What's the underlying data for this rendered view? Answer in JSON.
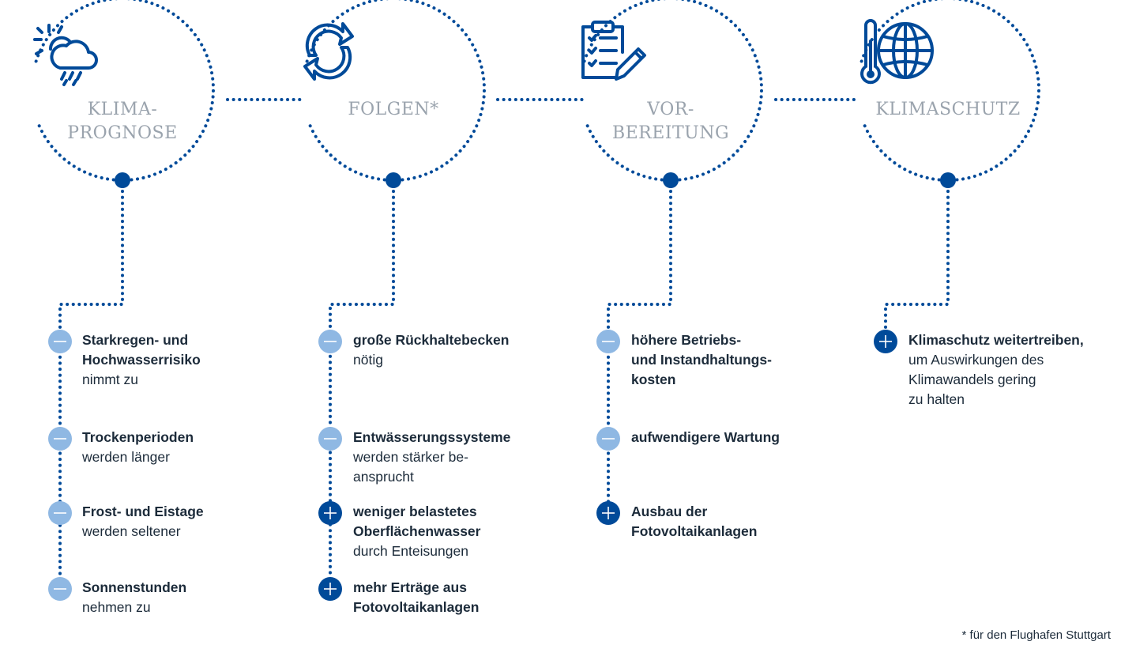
{
  "colors": {
    "dark_blue": "#004a99",
    "light_blue": "#8fb8e3",
    "title_gray": "#9aa3ad",
    "text": "#1c2b3a"
  },
  "stages": [
    {
      "icon": "weather-sun-cloud-rain-icon",
      "title_lines": [
        "KLIMA-",
        "PROGNOSE"
      ],
      "items": [
        {
          "sign": "minus",
          "bold_lines": [
            "Starkregen- und",
            "Hochwasserrisiko"
          ],
          "normal_lines": [
            "nimmt zu"
          ]
        },
        {
          "sign": "minus",
          "bold_lines": [
            "Trockenperioden"
          ],
          "normal_lines": [
            "werden länger"
          ]
        },
        {
          "sign": "minus",
          "bold_lines": [
            "Frost- und Eistage"
          ],
          "normal_lines": [
            "werden seltener"
          ]
        },
        {
          "sign": "minus",
          "bold_lines": [
            "Sonnenstunden"
          ],
          "normal_lines": [
            "nehmen zu"
          ]
        }
      ]
    },
    {
      "icon": "refresh-arrows-icon",
      "title_lines": [
        "FOLGEN*"
      ],
      "items": [
        {
          "sign": "minus",
          "bold_lines": [
            "große Rückhaltebecken"
          ],
          "normal_lines": [
            "nötig"
          ]
        },
        {
          "sign": "minus",
          "bold_lines": [
            "Entwässerungssysteme"
          ],
          "normal_lines": [
            "werden stärker be-",
            "ansprucht"
          ]
        },
        {
          "sign": "plus",
          "bold_lines": [
            "weniger belastetes",
            "Oberflächenwasser"
          ],
          "normal_lines": [
            "durch Enteisungen"
          ]
        },
        {
          "sign": "plus",
          "bold_lines": [
            "mehr Erträge aus",
            "Fotovoltaikanlagen"
          ],
          "normal_lines": []
        }
      ]
    },
    {
      "icon": "clipboard-checklist-pen-icon",
      "title_lines": [
        "VOR-",
        "BEREITUNG"
      ],
      "items": [
        {
          "sign": "minus",
          "bold_lines": [
            "höhere Betriebs-",
            "und Instandhaltungs-",
            "kosten"
          ],
          "normal_lines": []
        },
        {
          "sign": "minus",
          "bold_lines": [
            "aufwendigere Wartung"
          ],
          "normal_lines": []
        },
        {
          "sign": "plus",
          "bold_lines": [
            "Ausbau der",
            "Fotovoltaikanlagen"
          ],
          "normal_lines": []
        }
      ]
    },
    {
      "icon": "thermometer-globe-icon",
      "title_lines": [
        "KLIMASCHUTZ"
      ],
      "items": [
        {
          "sign": "plus",
          "bold_lines": [
            "Klimaschutz weitertreiben,"
          ],
          "normal_lines": [
            "um Auswirkungen des",
            "Klimawandels gering",
            "zu halten"
          ]
        }
      ]
    }
  ],
  "footnote": "* für den Flughafen Stuttgart"
}
